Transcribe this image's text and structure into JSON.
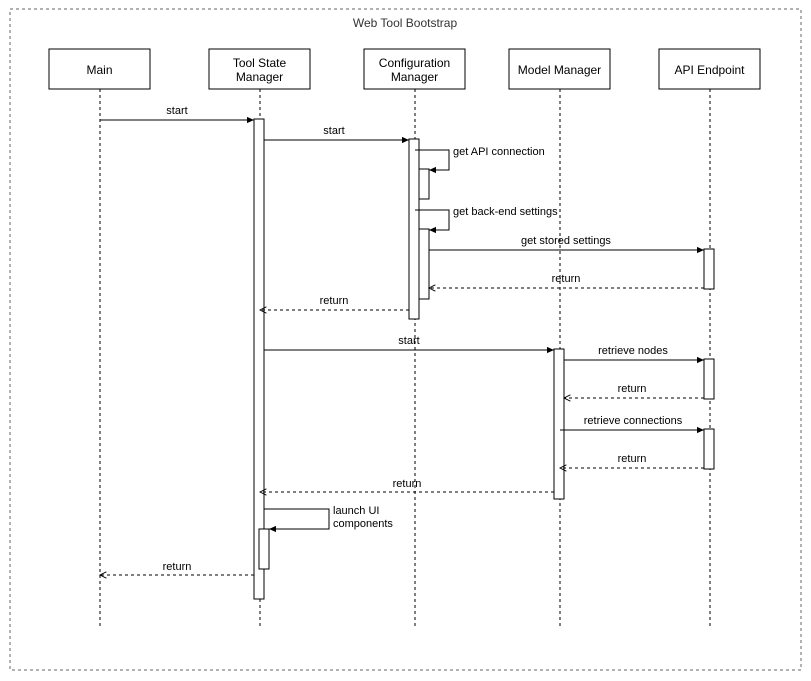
{
  "frame": {
    "title": "Web Tool Bootstrap"
  },
  "participants": [
    {
      "id": "main",
      "lines": [
        "Main"
      ]
    },
    {
      "id": "tsm",
      "lines": [
        "Tool State",
        "Manager"
      ]
    },
    {
      "id": "cfg",
      "lines": [
        "Configuration",
        "Manager"
      ]
    },
    {
      "id": "mm",
      "lines": [
        "Model Manager"
      ]
    },
    {
      "id": "api",
      "lines": [
        "API Endpoint"
      ]
    }
  ],
  "messages": [
    {
      "id": "main-start",
      "lines": [
        "start"
      ]
    },
    {
      "id": "tsm-start-cfg",
      "lines": [
        "start"
      ]
    },
    {
      "id": "get-api-connection",
      "lines": [
        "get API connection"
      ]
    },
    {
      "id": "get-backend-settings",
      "lines": [
        "get back-end settings"
      ]
    },
    {
      "id": "get-stored-settings",
      "lines": [
        "get stored settings"
      ]
    },
    {
      "id": "api-return-1",
      "lines": [
        "return"
      ]
    },
    {
      "id": "cfg-return",
      "lines": [
        "return"
      ]
    },
    {
      "id": "tsm-start-mm",
      "lines": [
        "start"
      ]
    },
    {
      "id": "retrieve-nodes",
      "lines": [
        "retrieve nodes"
      ]
    },
    {
      "id": "api-return-2",
      "lines": [
        "return"
      ]
    },
    {
      "id": "retrieve-connections",
      "lines": [
        "retrieve connections"
      ]
    },
    {
      "id": "api-return-3",
      "lines": [
        "return"
      ]
    },
    {
      "id": "mm-return",
      "lines": [
        "return"
      ]
    },
    {
      "id": "launch-ui",
      "lines": [
        "launch UI",
        "components"
      ]
    },
    {
      "id": "tsm-return",
      "lines": [
        "return"
      ]
    }
  ]
}
